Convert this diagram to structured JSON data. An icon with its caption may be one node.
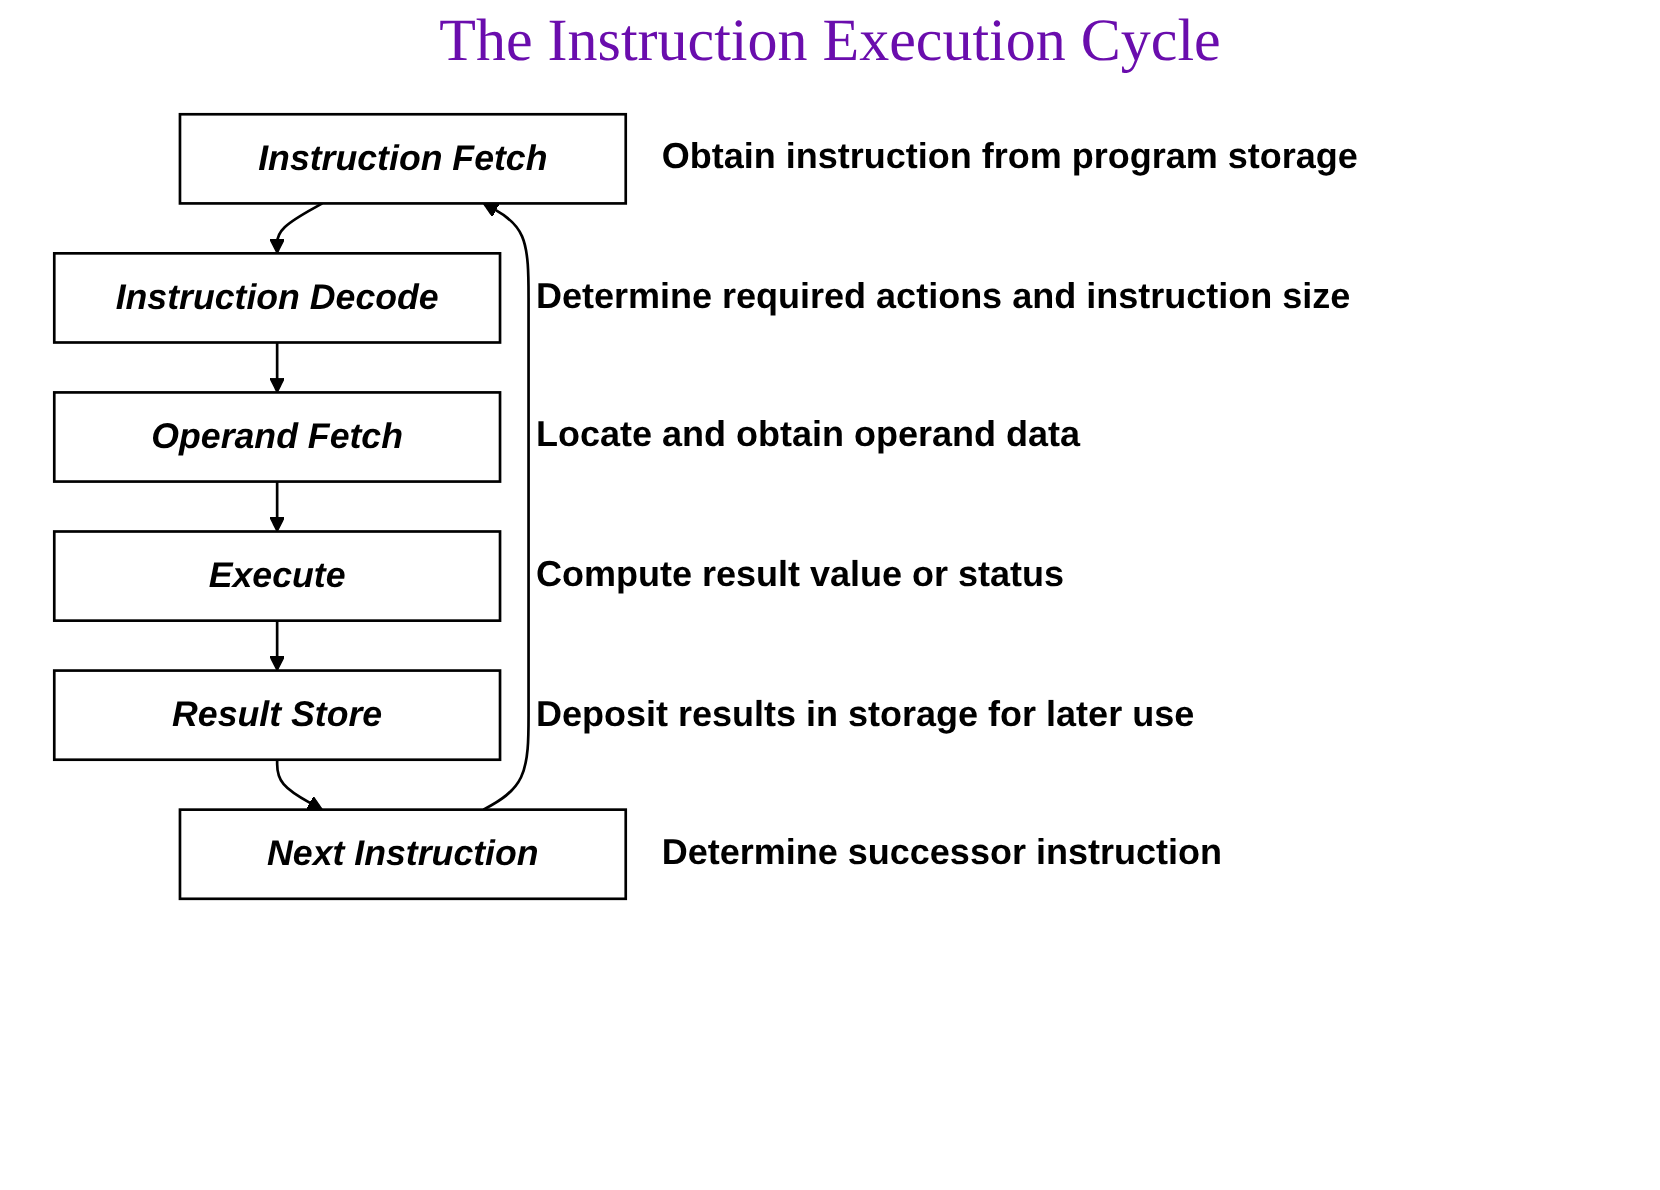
{
  "diagram": {
    "title": "The Instruction Execution Cycle",
    "nodes": [
      {
        "text": [
          "Instruction Fetch"
        ],
        "beside": [
          "Obtain instruction from program storage"
        ]
      },
      {
        "text": [
          "Instruction Decode"
        ],
        "beside": [
          "Determine required actions and instruction size"
        ]
      },
      {
        "text": [
          "Operand Fetch"
        ],
        "beside": [
          "Locate and obtain operand data"
        ]
      },
      {
        "text": [
          "Execute"
        ],
        "beside": [
          "Compute result value or status"
        ]
      },
      {
        "text": [
          "Result Store"
        ],
        "beside": [
          "Deposit results in storage for later use"
        ]
      },
      {
        "text": [
          "Next Instruction"
        ],
        "beside": [
          "Determine successor instruction"
        ]
      }
    ],
    "edges": [
      {
        "from": 0,
        "to": 1,
        "arrow": "to"
      },
      {
        "from": 1,
        "to": 2,
        "arrow": "to"
      },
      {
        "from": 2,
        "to": 3,
        "arrow": "to"
      },
      {
        "from": 3,
        "to": 4,
        "arrow": "to"
      },
      {
        "from": 4,
        "to": 5,
        "arrow": "to"
      },
      {
        "from": 5,
        "to": 0,
        "arrow": "to"
      }
    ]
  }
}
